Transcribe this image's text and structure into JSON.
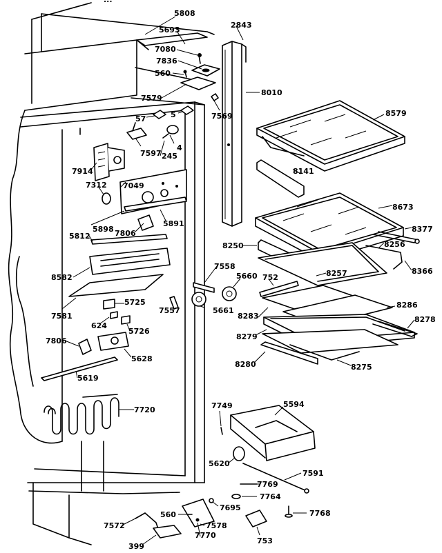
{
  "header_partial": "...",
  "parts": {
    "p5808": "5808",
    "p5693": "5693",
    "p2843": "2843",
    "p7080": "7080",
    "p7836": "7836",
    "p560a": "560",
    "p8010": "8010",
    "p7579": "7579",
    "p7569": "7569",
    "p57": "57",
    "p5": "5",
    "p8579": "8579",
    "p7597": "7597",
    "p4": "4",
    "p245": "245",
    "p7914": "7914",
    "p8141": "8141",
    "p7312": "7312",
    "p7049": "7049",
    "p8673": "8673",
    "p5898": "5898",
    "p5891": "5891",
    "p8377": "8377",
    "p7806a": "7806",
    "p5812": "5812",
    "p8250": "8250",
    "p8256": "8256",
    "p8366": "8366",
    "p7558": "7558",
    "p8257": "8257",
    "p8582": "8582",
    "p5660": "5660",
    "p752": "752",
    "p5725": "5725",
    "p7557": "7557",
    "p5661": "5661",
    "p8283": "8283",
    "p8286": "8286",
    "p7581": "7581",
    "p624": "624",
    "p8278": "8278",
    "p5726": "5726",
    "p8279": "8279",
    "p7806b": "7806",
    "p5628": "5628",
    "p8280": "8280",
    "p8275": "8275",
    "p5619": "5619",
    "p7749": "7749",
    "p5594": "5594",
    "p7720": "7720",
    "p5620": "5620",
    "p7591": "7591",
    "p7769": "7769",
    "p7764": "7764",
    "p7695": "7695",
    "p560b": "560",
    "p7768": "7768",
    "p7572": "7572",
    "p7578": "7578",
    "p7770": "7770",
    "p753": "753",
    "p399": "399"
  }
}
